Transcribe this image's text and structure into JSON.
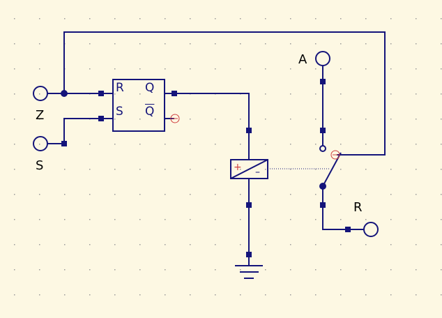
{
  "colors": {
    "background": "#FDF8E3",
    "grid_dot": "#9A9A9A",
    "wire": "#14147a",
    "pin_marker": "#d04040",
    "label": "#000000"
  },
  "terminals": {
    "z": "Z",
    "s": "S",
    "a": "A",
    "r": "R"
  },
  "flipflop": {
    "r": "R",
    "s": "S",
    "q": "Q",
    "qbar": "Q"
  },
  "relay_coil": {
    "plus": "+",
    "minus": "–"
  }
}
